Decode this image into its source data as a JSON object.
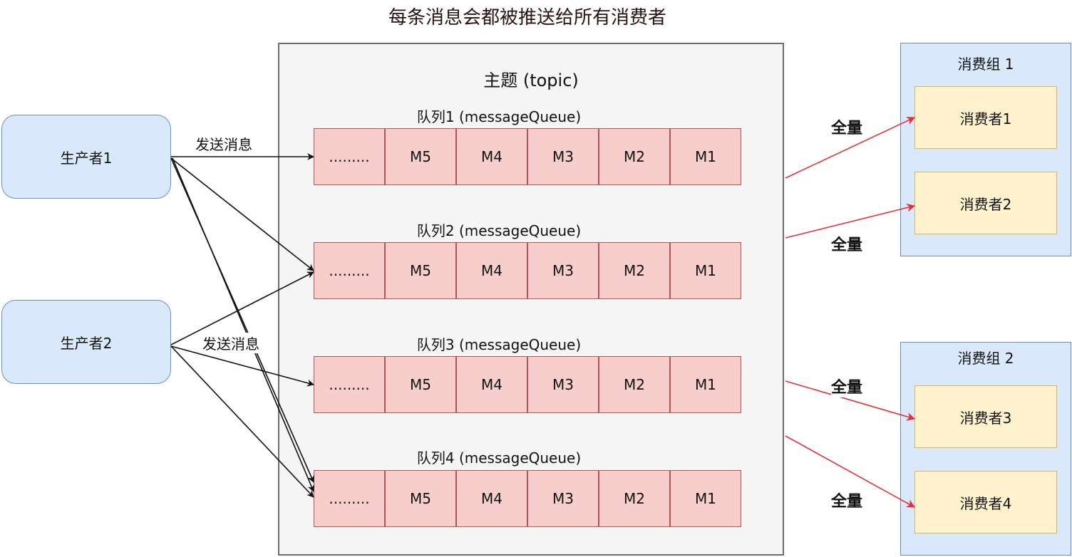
{
  "title": "每条消息会都被推送给所有消费者",
  "topic": {
    "label": "主题 (topic)"
  },
  "queues": [
    {
      "label": "队列1   (messageQueue)",
      "cells": [
        ".........",
        "M5",
        "M4",
        "M3",
        "M2",
        "M1"
      ]
    },
    {
      "label": "队列2   (messageQueue)",
      "cells": [
        ".........",
        "M5",
        "M4",
        "M3",
        "M2",
        "M1"
      ]
    },
    {
      "label": "队列3   (messageQueue)",
      "cells": [
        ".........",
        "M5",
        "M4",
        "M3",
        "M2",
        "M1"
      ]
    },
    {
      "label": "队列4   (messageQueue)",
      "cells": [
        ".........",
        "M5",
        "M4",
        "M3",
        "M2",
        "M1"
      ]
    }
  ],
  "producers": [
    {
      "label": "生产者1",
      "send_label": "发送消息"
    },
    {
      "label": "生产者2",
      "send_label": "发送消息"
    }
  ],
  "consumer_groups": [
    {
      "label": "消费组 1",
      "consumers": [
        "消费者1",
        "消费者2"
      ]
    },
    {
      "label": "消费组 2",
      "consumers": [
        "消费者3",
        "消费者4"
      ]
    }
  ],
  "delivery_labels": [
    "全量",
    "全量",
    "全量",
    "全量"
  ],
  "colors": {
    "producer_fill": "#dae8fc",
    "queue_cell_fill": "#f8cecc",
    "consumer_fill": "#fff2cc",
    "topic_fill": "#f5f5f5",
    "producer_arrow": "#111111",
    "consumer_arrow": "#e0333a"
  }
}
